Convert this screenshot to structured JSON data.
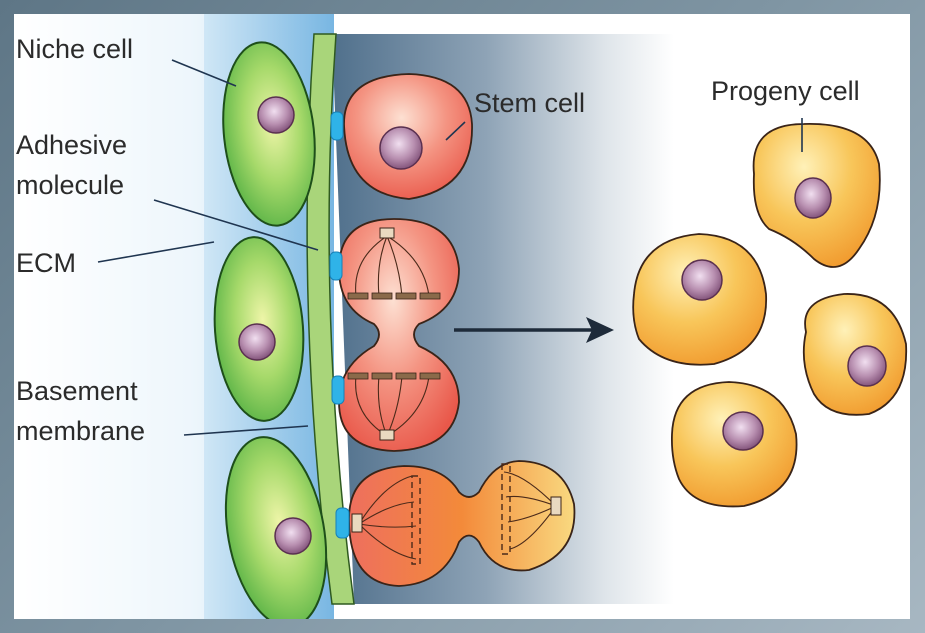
{
  "figure": {
    "title": "Stem cell niche: asymmetric division producing progeny cells",
    "labels": {
      "niche_cell": "Niche cell",
      "adhesive_molecule_line1": "Adhesive",
      "adhesive_molecule_line2": "molecule",
      "ecm": "ECM",
      "basement_membrane_line1": "Basement",
      "basement_membrane_line2": "membrane",
      "stem_cell": "Stem cell",
      "progeny_cell": "Progeny cell"
    },
    "components": {
      "niche_cells": 3,
      "stem_cells_attached": 4,
      "progeny_cells": 4,
      "arrow": "right"
    },
    "colors": {
      "frame": "#6d8493",
      "niche_cell": "#6cc04a",
      "stem_cell": "#ee6f5e",
      "progeny_cell": "#f5b642",
      "nucleus": "#a6809c",
      "adhesive": "#2fb3e8",
      "membrane": "#a9d57a",
      "niche_background": "#5a7892"
    }
  }
}
